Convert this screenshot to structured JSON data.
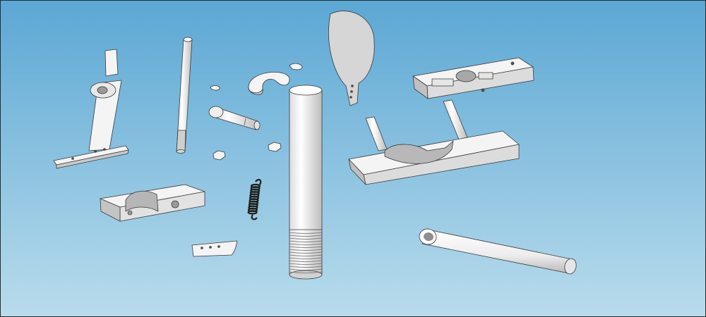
{
  "scene": {
    "background_top": "#5ba7d4",
    "background_bottom": "#b9dcec",
    "part_fill": "#f4f4f4",
    "part_shade": "#c9c9c9",
    "part_shadow": "#8e8e8e",
    "outline": "#3a3a3a",
    "spring_color": "#1e1e1e"
  },
  "parts": [
    "t-bracket-shaft",
    "thin-pin-rod",
    "split-ring-clip",
    "small-clip",
    "clevis-pin",
    "threaded-shaft",
    "paddle-plate",
    "upper-clamp-block",
    "lower-clamp-block",
    "tension-spring",
    "saddle-block",
    "curved-plate",
    "hollow-tube",
    "hex-nuts"
  ]
}
